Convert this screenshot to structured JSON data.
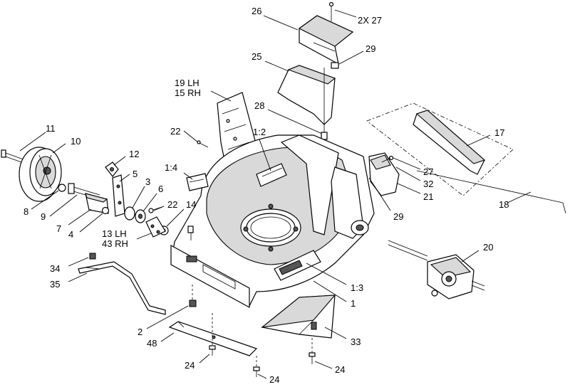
{
  "callouts": {
    "c26": "26",
    "c2x27": "2X 27",
    "c29_top": "29",
    "c25": "25",
    "c19lh": "19 LH",
    "c15rh": "15 RH",
    "c28": "28",
    "c17": "17",
    "c22_top": "22",
    "c1_2": "1:2",
    "c11": "11",
    "c10": "10",
    "c12": "12",
    "c1_4": "1:4",
    "c27_right": "27",
    "c32": "32",
    "c21": "21",
    "c18": "18",
    "c5": "5",
    "c3": "3",
    "c6": "6",
    "c8": "8",
    "c9": "9",
    "c22_mid": "22",
    "c14": "14",
    "c29_mid": "29",
    "c7": "7",
    "c4": "4",
    "c13lh": "13 LH",
    "c43rh": "43 RH",
    "c20": "20",
    "c34": "34",
    "c35": "35",
    "c1_3": "1:3",
    "c1": "1",
    "c2": "2",
    "c33": "33",
    "c48": "48",
    "c24_left": "24",
    "c24_bottom": "24",
    "c24_right": "24"
  }
}
